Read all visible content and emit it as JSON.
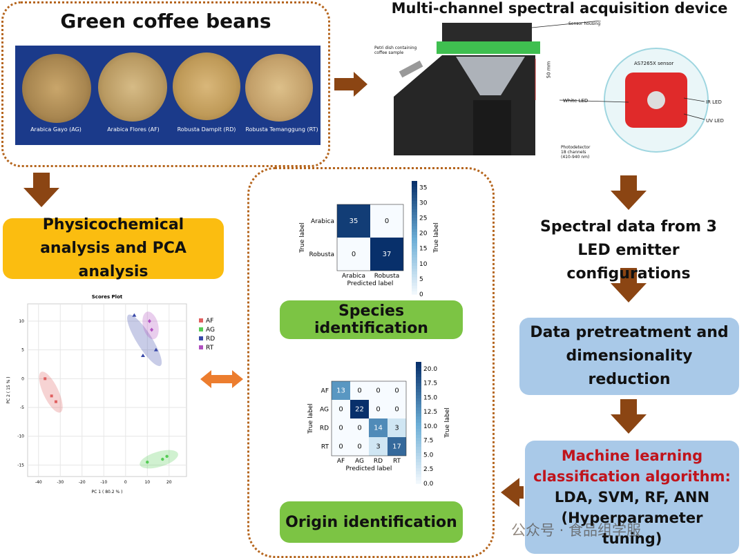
{
  "beans": {
    "title": "Green coffee beans",
    "samples": [
      "Arabica Gayo (AG)",
      "Arabica Flores (AF)",
      "Robusta Dampit (RD)",
      "Robusta Temanggung (RT)"
    ]
  },
  "device": {
    "title": "Multi-channel spectral acquisition device",
    "labels": {
      "housing": "Sensor housing",
      "petri": "Petri dish containing\ncoffee sample",
      "dist": "50 mm",
      "sensor": "AS7265X sensor",
      "white_led": "White LED",
      "ir_led": "IR LED",
      "uv_led": "UV LED",
      "photodetector": "Photodetector\n18 channels\n(410-940 nm)"
    }
  },
  "steps": {
    "physico": "Physicochemical analysis and PCA analysis",
    "spectral": "Spectral data from 3 LED emitter configurations",
    "pretreat": "Data pretreatment and dimensionality reduction",
    "ml_title": "Machine learning classification algorithm:",
    "ml_algos": "LDA, SVM, RF, ANN",
    "ml_tuning": "(Hyperparameter tuning)",
    "species": "Species identification",
    "origin": "Origin identification"
  },
  "watermark": "公众号 · 食品组学服",
  "colors": {
    "accent_brown": "#8b4513",
    "dotted": "#b5651d",
    "green_box": "#7cc444",
    "blue_box": "#a9c9e8",
    "orange_box": "#fbbd10",
    "ml_red": "#c0141c"
  },
  "chart_data": [
    {
      "type": "scatter",
      "title": "Scores Plot",
      "xlabel": "PC 1 ( 80.2 % )",
      "ylabel": "PC 2 ( 15 % )",
      "xlim": [
        -45,
        28
      ],
      "ylim": [
        -17,
        13
      ],
      "xticks": [
        -40,
        -30,
        -20,
        -10,
        0,
        10,
        20
      ],
      "yticks": [
        10,
        5,
        0,
        -5,
        -10,
        -15
      ],
      "legend": "top-right",
      "series": [
        {
          "name": "AF",
          "color": "#e06060",
          "marker": "square",
          "points": [
            [
              -37,
              0
            ],
            [
              -34,
              -3
            ],
            [
              -32,
              -4
            ]
          ]
        },
        {
          "name": "AG",
          "color": "#55cc55",
          "marker": "circle",
          "points": [
            [
              10,
              -14.5
            ],
            [
              17,
              -14
            ],
            [
              19,
              -13.5
            ]
          ]
        },
        {
          "name": "RD",
          "color": "#3848a8",
          "marker": "triangle",
          "points": [
            [
              4,
              11
            ],
            [
              8,
              4
            ],
            [
              14,
              5
            ]
          ]
        },
        {
          "name": "RT",
          "color": "#b050c0",
          "marker": "diamond",
          "points": [
            [
              11,
              10
            ],
            [
              12,
              8.5
            ]
          ]
        }
      ]
    },
    {
      "type": "heatmap",
      "xlabel": "Predicted label",
      "ylabel": "True label",
      "colorbar_label": "True label",
      "categories": [
        "Arabica",
        "Robusta"
      ],
      "matrix": [
        [
          35,
          0
        ],
        [
          0,
          37
        ]
      ],
      "colorbar_ticks": [
        0,
        5,
        10,
        15,
        20,
        25,
        30,
        35
      ]
    },
    {
      "type": "heatmap",
      "xlabel": "Predicted label",
      "ylabel": "True label",
      "colorbar_label": "True label",
      "categories": [
        "AF",
        "AG",
        "RD",
        "RT"
      ],
      "matrix": [
        [
          13,
          0,
          0,
          0
        ],
        [
          0,
          22,
          0,
          0
        ],
        [
          0,
          0,
          14,
          3
        ],
        [
          0,
          0,
          3,
          17
        ]
      ],
      "colorbar_ticks": [
        0.0,
        2.5,
        5.0,
        7.5,
        10.0,
        12.5,
        15.0,
        17.5,
        20.0
      ]
    }
  ]
}
